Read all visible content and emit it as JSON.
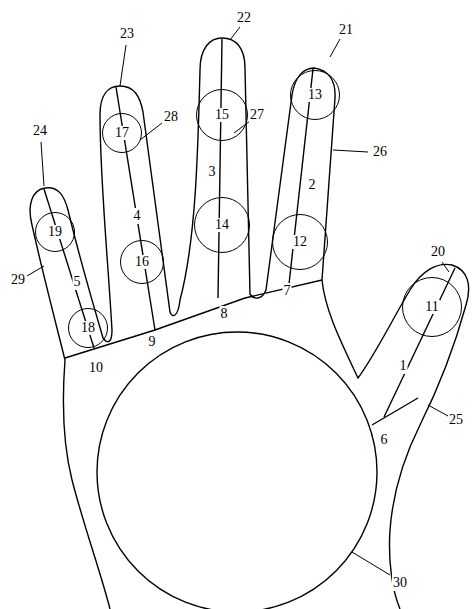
{
  "diagram": {
    "nodes": [
      {
        "text": [
          "11"
        ]
      },
      {
        "text": [
          "12"
        ]
      },
      {
        "text": [
          "13"
        ]
      },
      {
        "text": [
          "14"
        ]
      },
      {
        "text": [
          "15"
        ]
      },
      {
        "text": [
          "16"
        ]
      },
      {
        "text": [
          "17"
        ]
      },
      {
        "text": [
          "18"
        ]
      },
      {
        "text": [
          "19"
        ]
      }
    ],
    "labels": [
      "1",
      "2",
      "3",
      "4",
      "5",
      "6",
      "7",
      "8",
      "9",
      "10",
      "20",
      "21",
      "22",
      "23",
      "24",
      "25",
      "26",
      "27",
      "28",
      "29",
      "30"
    ]
  }
}
